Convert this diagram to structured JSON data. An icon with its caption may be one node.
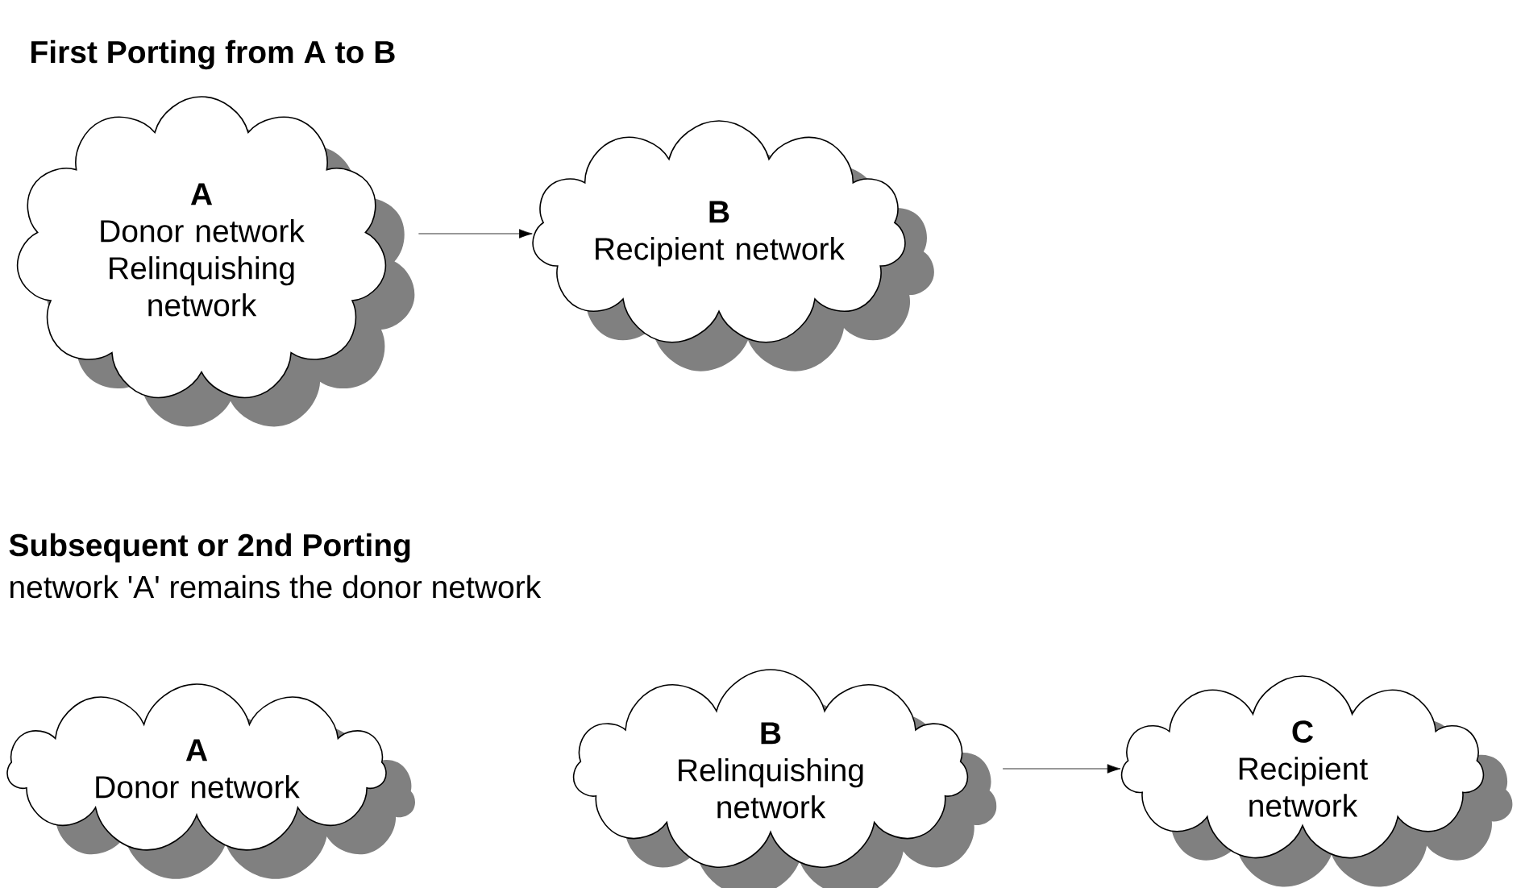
{
  "diagram": {
    "nodes": [
      {
        "text": [
          "A",
          "Donor network",
          "Relinquishing network"
        ]
      },
      {
        "text": [
          "B",
          "Recipient network"
        ]
      },
      {
        "text": [
          "A",
          "Donor network"
        ]
      },
      {
        "text": [
          "B",
          "Relinquishing network"
        ]
      },
      {
        "text": [
          "C",
          "Recipient network"
        ]
      }
    ],
    "edges": [
      {
        "from": 0,
        "to": 1,
        "arrow": "to"
      },
      {
        "from": 3,
        "to": 4,
        "arrow": "to"
      }
    ],
    "labels": [
      "First Porting from A to B",
      "Subsequent or 2nd Porting",
      "network 'A'  remains the donor network"
    ]
  }
}
